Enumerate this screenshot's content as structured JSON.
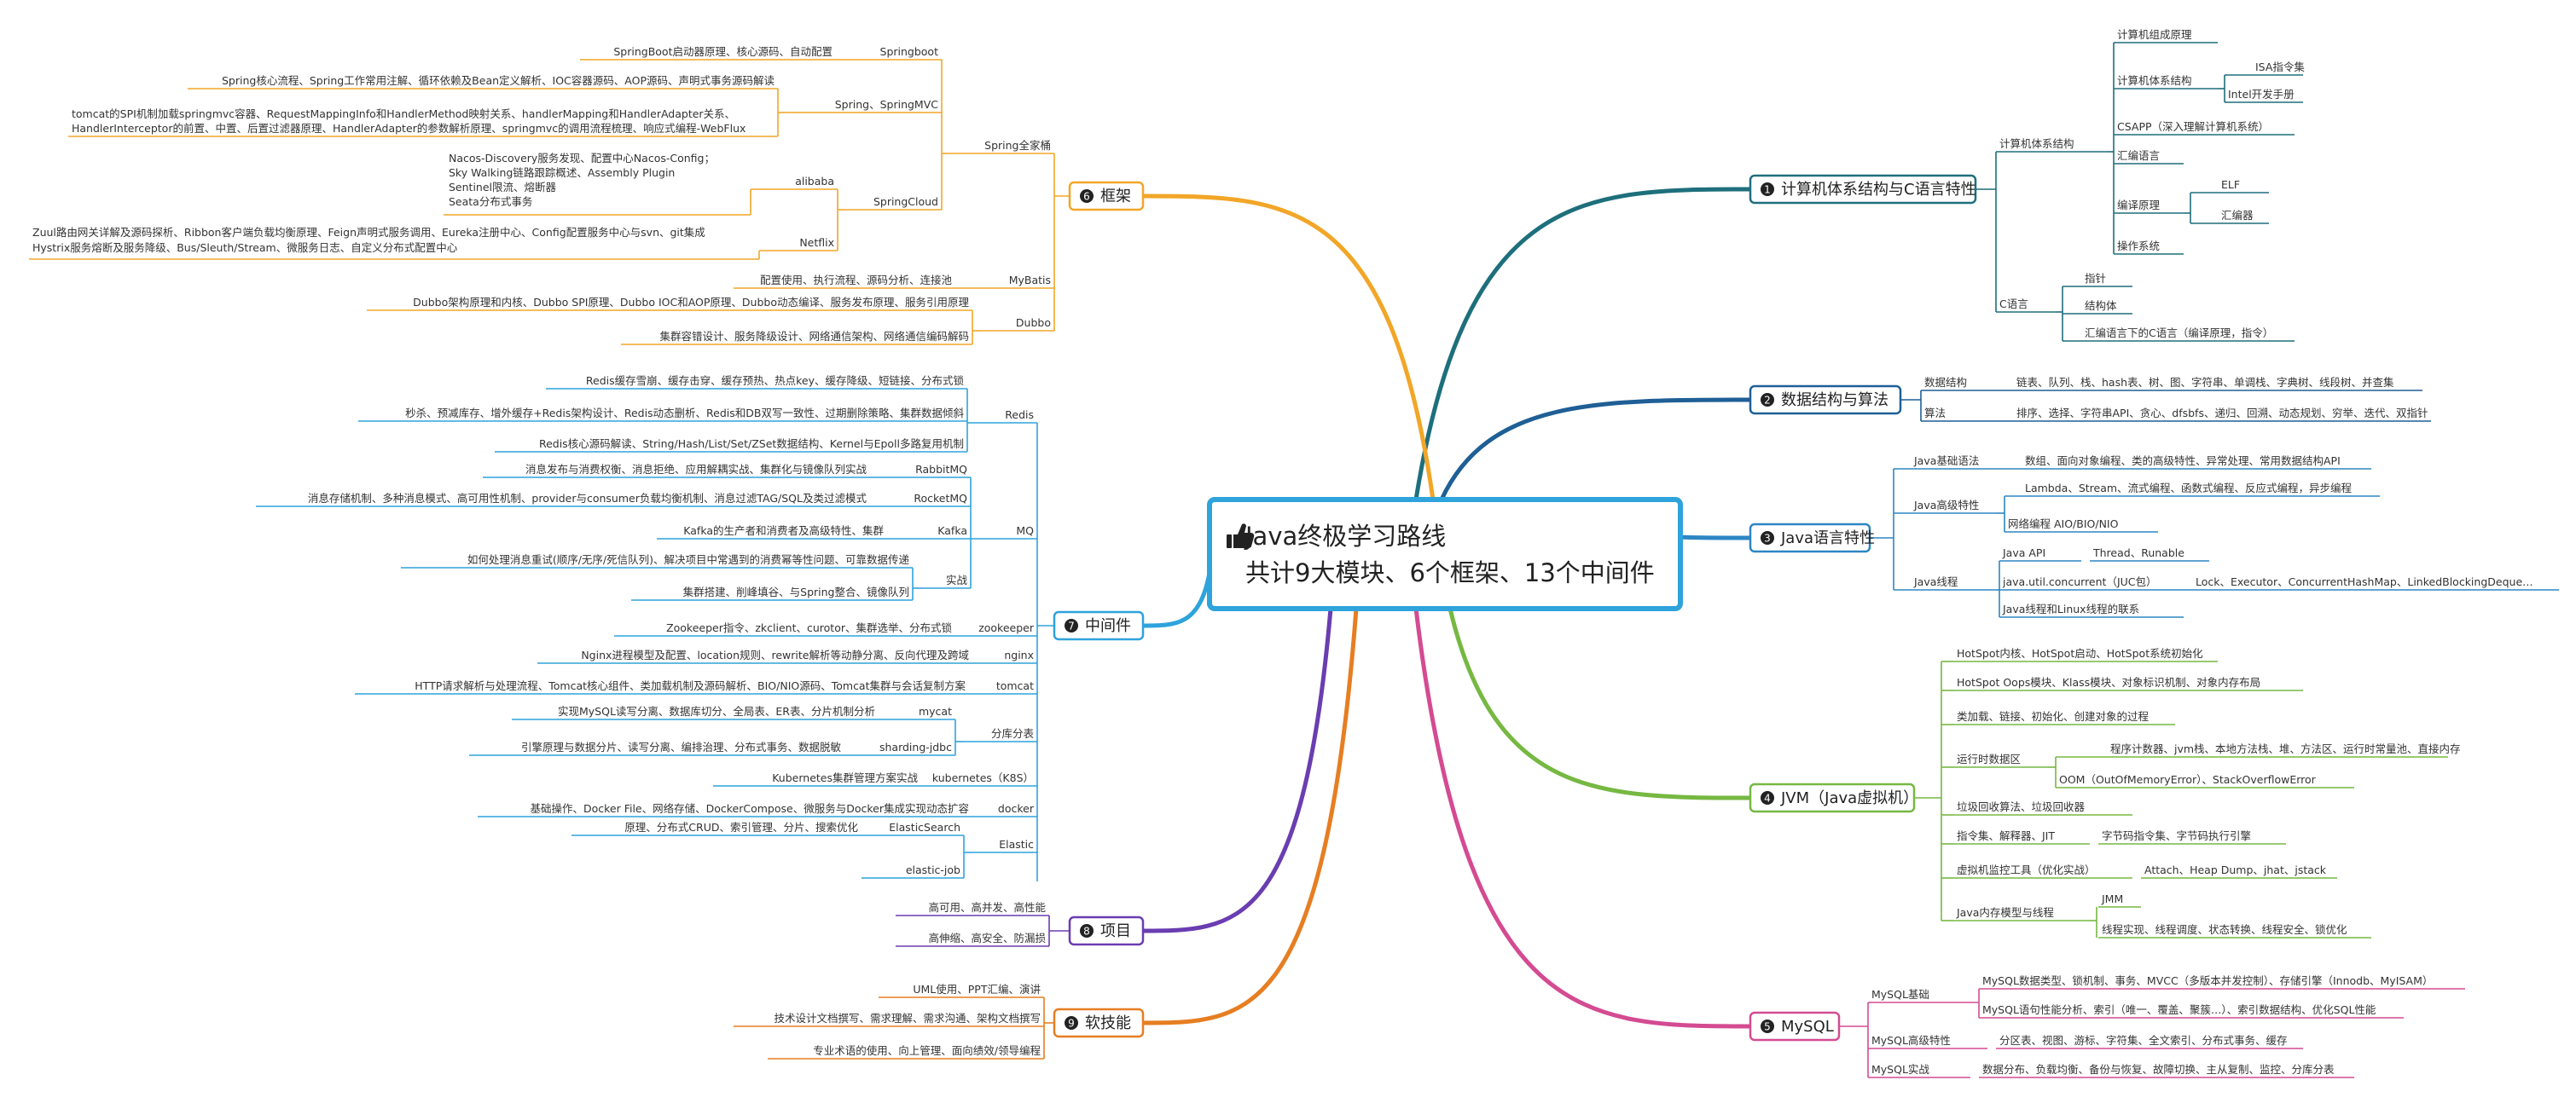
{
  "central": {
    "title": "Java终极学习路线",
    "subtitle": "共计9大模块、6个框架、13个中间件",
    "icon": "thumbs-up-icon"
  },
  "colors": {
    "b1": "#1e6f7c",
    "b2": "#1f5f96",
    "b3": "#2d86c4",
    "b4": "#76b842",
    "b5": "#d44b92",
    "b6": "#f2a628",
    "b7": "#2ea3dc",
    "b8": "#6a3db1",
    "b9": "#e67e22"
  },
  "branches": {
    "b1": {
      "num": "1",
      "label": "计算机体系结构与C语言特性",
      "items": {
        "arch": "计算机体系结构",
        "compose": "计算机组成原理",
        "archsys": "计算机体系结构",
        "isa": "ISA指令集",
        "intel": "Intel开发手册",
        "csapp": "CSAPP（深入理解计算机系统）",
        "asm": "汇编语言",
        "compile": "编译原理",
        "elf": "ELF",
        "assembler": "汇编器",
        "os": "操作系统",
        "clang": "C语言",
        "pointer": "指针",
        "struct": "结构体",
        "casm": "汇编语言下的C语言（编译原理，指令）"
      }
    },
    "b2": {
      "num": "2",
      "label": "数据结构与算法",
      "items": {
        "ds": "数据结构",
        "ds_detail": "链表、队列、栈、hash表、树、图、字符串、单调栈、字典树、线段树、并查集",
        "algo": "算法",
        "algo_detail": "排序、选择、字符串API、贪心、dfsbfs、递归、回溯、动态规划、穷举、迭代、双指针"
      }
    },
    "b3": {
      "num": "3",
      "label": "Java语言特性",
      "items": {
        "basic": "Java基础语法",
        "basic_detail": "数组、面向对象编程、类的高级特性、异常处理、常用数据结构API",
        "adv": "Java高级特性",
        "adv1": "Lambda、Stream、流式编程、函数式编程、反应式编程，异步编程",
        "adv2": "网络编程 AIO/BIO/NIO",
        "thread": "Java线程",
        "api": "Java API",
        "api_detail": "Thread、Runable",
        "juc": "java.util.concurrent（JUC包）",
        "juc_detail": "Lock、Executor、ConcurrentHashMap、LinkedBlockingDeque…",
        "linux": "Java线程和Linux线程的联系"
      }
    },
    "b4": {
      "num": "4",
      "label": "JVM（Java虚拟机）",
      "items": {
        "hs1": "HotSpot内核、HotSpot启动、HotSpot系统初始化",
        "hs2": "HotSpot Oops模块、Klass模块、对象标识机制、对象内存布局",
        "load": "类加载、链接、初始化、创建对象的过程",
        "rt": "运行时数据区",
        "rt1": "程序计数器、jvm栈、本地方法栈、堆、方法区、运行时常量池、直接内存",
        "rt2": "OOM（OutOfMemoryError）、StackOverflowError",
        "gc": "垃圾回收算法、垃圾回收器",
        "exec": "指令集、解释器、JIT",
        "exec_detail": "字节码指令集、字节码执行引擎",
        "tool": "虚拟机监控工具（优化实战）",
        "tool_detail": "Attach、Heap Dump、jhat、jstack",
        "jmm": "Java内存模型与线程",
        "jmm1": "JMM",
        "jmm2": "线程实现、线程调度、状态转换、线程安全、锁优化"
      }
    },
    "b5": {
      "num": "5",
      "label": "MySQL",
      "items": {
        "base": "MySQL基础",
        "base1": "MySQL数据类型、锁机制、事务、MVCC（多版本并发控制）、存储引擎（Innodb、MyISAM）",
        "base2": "MySQL语句性能分析、索引（唯一、覆盖、聚簇…）、索引数据结构、优化SQL性能",
        "adv": "MySQL高级特性",
        "adv_detail": "分区表、视图、游标、字符集、全文索引、分布式事务、缓存",
        "prac": "MySQL实战",
        "prac_detail": "数据分布、负载均衡、备份与恢复、故障切换、主从复制、监控、分库分表"
      }
    },
    "b6": {
      "num": "6",
      "label": "框架",
      "items": {
        "family": "Spring全家桶",
        "boot": "Springboot",
        "boot_detail": "SpringBoot启动器原理、核心源码、自动配置",
        "mvc": "Spring、SpringMVC",
        "mvc1": "Spring核心流程、Spring工作常用注解、循环依赖及Bean定义解析、IOC容器源码、AOP源码、声明式事务源码解读",
        "mvc2a": "tomcat的SPI机制加载springmvc容器、RequestMappingInfo和HandlerMethod映射关系、handlerMapping和HandlerAdapter关系、",
        "mvc2b": "HandlerInterceptor的前置、中置、后置过滤器原理、HandlerAdapter的参数解析原理、springmvc的调用流程梳理、响应式编程-WebFlux",
        "cloud": "SpringCloud",
        "ali": "alibaba",
        "ali1": "Nacos-Discovery服务发现、配置中心Nacos-Config；",
        "ali2": "Sky Walking链路跟踪概述、Assembly Plugin",
        "ali3": "Sentinel限流、熔断器",
        "ali4": "Seata分布式事务",
        "netflix": "Netflix",
        "nf1": "Zuul路由网关详解及源码探析、Ribbon客户端负载均衡原理、Feign声明式服务调用、Eureka注册中心、Config配置服务中心与svn、git集成",
        "nf2": "Hystrix服务熔断及服务降级、Bus/Sleuth/Stream、微服务日志、自定义分布式配置中心",
        "mybatis": "MyBatis",
        "mybatis_detail": "配置使用、执行流程、源码分析、连接池",
        "dubbo": "Dubbo",
        "dubbo1": "Dubbo架构原理和内核、Dubbo SPI原理、Dubbo IOC和AOP原理、Dubbo动态编译、服务发布原理、服务引用原理",
        "dubbo2": "集群容错设计、服务降级设计、网络通信架构、网络通信编码解码"
      }
    },
    "b7": {
      "num": "7",
      "label": "中间件",
      "items": {
        "redis": "Redis",
        "redis1": "Redis缓存雪崩、缓存击穿、缓存预热、热点key、缓存降级、短链接、分布式锁",
        "redis2": "秒杀、预减库存、增外缓存+Redis架构设计、Redis动态删析、Redis和DB双写一致性、过期删除策略、集群数据倾斜",
        "redis3": "Redis核心源码解读、String/Hash/List/Set/ZSet数据结构、Kernel与Epoll多路复用机制",
        "mq": "MQ",
        "rabbit": "RabbitMQ",
        "rabbit_detail": "消息发布与消费权衡、消息拒绝、应用解耦实战、集群化与镜像队列实战",
        "rocket": "RocketMQ",
        "rocket_detail": "消息存储机制、多种消息模式、高可用性机制、provider与consumer负载均衡机制、消息过滤TAG/SQL及类过滤模式",
        "kafka": "Kafka",
        "kafka_detail": "Kafka的生产者和消费者及高级特性、集群",
        "prac": "实战",
        "prac1": "如何处理消息重试(顺序/无序/死信队列)、解决项目中常遇到的消费幂等性问题、可靠数据传递",
        "prac2": "集群搭建、削峰填谷、与Spring整合、镜像队列",
        "zk": "zookeeper",
        "zk_detail": "Zookeeper指令、zkclient、curotor、集群选举、分布式锁",
        "nginx": "nginx",
        "nginx_detail": "Nginx进程模型及配置、location规则、rewrite解析等动静分离、反向代理及跨域",
        "tomcat": "tomcat",
        "tomcat_detail": "HTTP请求解析与处理流程、Tomcat核心组件、类加载机制及源码解析、BIO/NIO源码、Tomcat集群与会话复制方案",
        "shard": "分库分表",
        "mycat": "mycat",
        "mycat_detail": "实现MySQL读写分离、数据库切分、全局表、ER表、分片机制分析",
        "sj": "sharding-jdbc",
        "sj_detail": "引擎原理与数据分片、读写分离、编排治理、分布式事务、数据脱敏",
        "k8s": "kubernetes（K8S）",
        "k8s_detail": "Kubernetes集群管理方案实战",
        "docker": "docker",
        "docker_detail": "基础操作、Docker File、网络存储、DockerCompose、微服务与Docker集成实现动态扩容",
        "elastic": "Elastic",
        "es": "ElasticSearch",
        "es_detail": "原理、分布式CRUD、索引管理、分片、搜索优化",
        "ej": "elastic-job"
      }
    },
    "b8": {
      "num": "8",
      "label": "项目",
      "items": {
        "p1": "高可用、高并发、高性能",
        "p2": "高伸缩、高安全、防漏损"
      }
    },
    "b9": {
      "num": "9",
      "label": "软技能",
      "items": {
        "s1": "UML使用、PPT汇编、演讲",
        "s2": "技术设计文档撰写、需求理解、需求沟通、架构文档撰写",
        "s3": "专业术语的使用、向上管理、面向绩效/领导编程"
      }
    }
  }
}
